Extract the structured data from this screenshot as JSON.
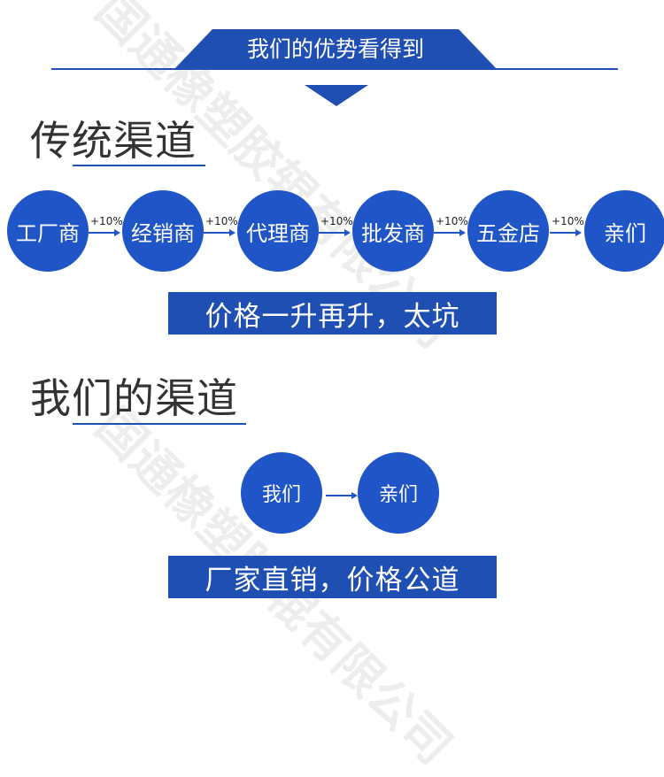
{
  "header": {
    "title": "我们的优势看得到"
  },
  "traditional": {
    "title": "传统渠道",
    "nodes": [
      "工厂商",
      "经销商",
      "代理商",
      "批发商",
      "五金店",
      "亲们"
    ],
    "markup": "+10%",
    "banner": "价格一升再升，太坑"
  },
  "ours": {
    "title": "我们的渠道",
    "nodes": [
      "我们",
      "亲们"
    ],
    "banner": "厂家直销，价格公道"
  },
  "watermark": {
    "text": "国通橡塑胶辊有限公司"
  },
  "colors": {
    "primary": "#1f4fb3",
    "circle": "#1f55c7",
    "heading": "#333333"
  }
}
